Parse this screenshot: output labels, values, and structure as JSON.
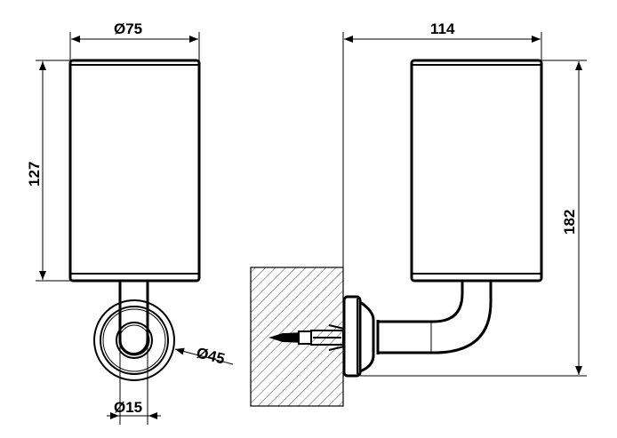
{
  "drawing": {
    "front_view": {
      "diameter_width": "Ø75",
      "height": "127",
      "stem_diameter": "Ø15",
      "flange_diameter": "Ø45"
    },
    "side_view": {
      "depth": "114",
      "total_height": "182"
    }
  }
}
